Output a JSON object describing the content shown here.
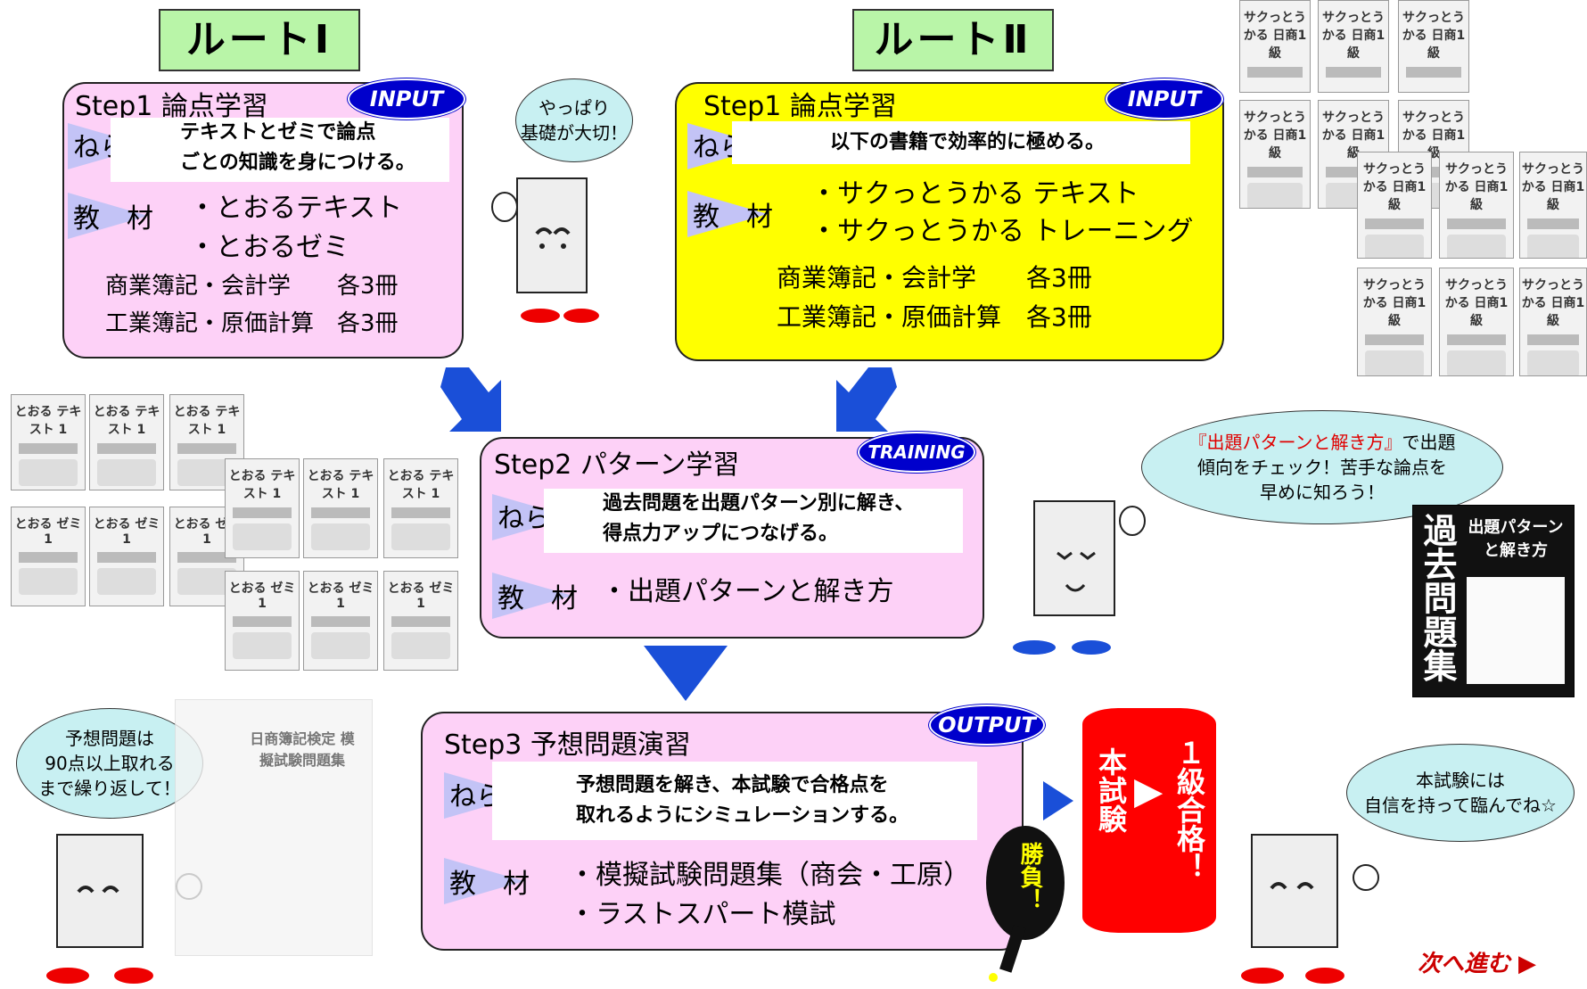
{
  "routes": {
    "route1": "ルートⅠ",
    "route2": "ルートⅡ"
  },
  "step1_left": {
    "title": "Step1 論点学習",
    "badge": "INPUT",
    "aim_label": "ねらい",
    "aim_text_1": "テキストとゼミで論点",
    "aim_text_2": "ごとの知識を身につける。",
    "material_label": "教　材",
    "material_1": "・とおるテキスト",
    "material_2": "・とおるゼミ",
    "sub_1": "商業簿記・会計学　　各3冊",
    "sub_2": "工業簿記・原価計算　各3冊"
  },
  "step1_right": {
    "title": "Step1 論点学習",
    "badge": "INPUT",
    "aim_label": "ねらい",
    "aim_text": "以下の書籍で効率的に極める。",
    "material_label": "教　材",
    "material_1": "・サクっとうかる テキスト",
    "material_2": "・サクっとうかる トレーニング",
    "sub_1": "商業簿記・会計学　　各3冊",
    "sub_2": "工業簿記・原価計算　各3冊"
  },
  "step2": {
    "title": "Step2 パターン学習",
    "badge": "TRAINING",
    "aim_label": "ねらい",
    "aim_text_1": "過去問題を出題パターン別に解き、",
    "aim_text_2": "得点力アップにつなげる。",
    "material_label": "教　材",
    "material_1": "・出題パターンと解き方"
  },
  "step3": {
    "title": "Step3 予想問題演習",
    "badge": "OUTPUT",
    "aim_label": "ねらい",
    "aim_text_1": "予想問題を解き、本試験で合格点を",
    "aim_text_2": "取れるようにシミュレーションする。",
    "material_label": "教　材",
    "material_1": "・模擬試験問題集（商会・工原）",
    "material_2": "・ラストスパート模試"
  },
  "bubbles": {
    "b1_line1": "やっぱり",
    "b1_line2": "基礎が大切！",
    "b2_highlight": "『出題パターンと解き方』",
    "b2_rest1": "で出題",
    "b2_line2": "傾向をチェック！苦手な論点を",
    "b2_line3": "早めに知ろう！",
    "b3_line1": "予想問題は",
    "b3_line2": "90点以上取れる",
    "b3_line3": "まで繰り返して！",
    "b4_line1": "本試験には",
    "b4_line2": "自信を持って臨んでね☆"
  },
  "exam": {
    "left": "本試験",
    "right": "１級合格！",
    "arrow": "▶",
    "fan": "勝負！"
  },
  "books": {
    "toru_text": "とおる テキスト 1",
    "toru_zemi": "とおる ゼミ 1",
    "sakutto": "サクっとうかる 日商1級",
    "kako_title": "出題パターンと解き方",
    "kako_side": "過去問題集",
    "mogi": "日商簿記検定 模擬試験問題集"
  },
  "next": "次へ進む ▶",
  "colors": {
    "route_bg": "#b9f5a8",
    "pink": "#fdd1f7",
    "yellow": "#ffff00",
    "badge": "#0000cc",
    "arrow": "#1a4fd8",
    "bubble": "#c8f0f2",
    "exam": "#ff0000",
    "next": "#cc0000"
  }
}
